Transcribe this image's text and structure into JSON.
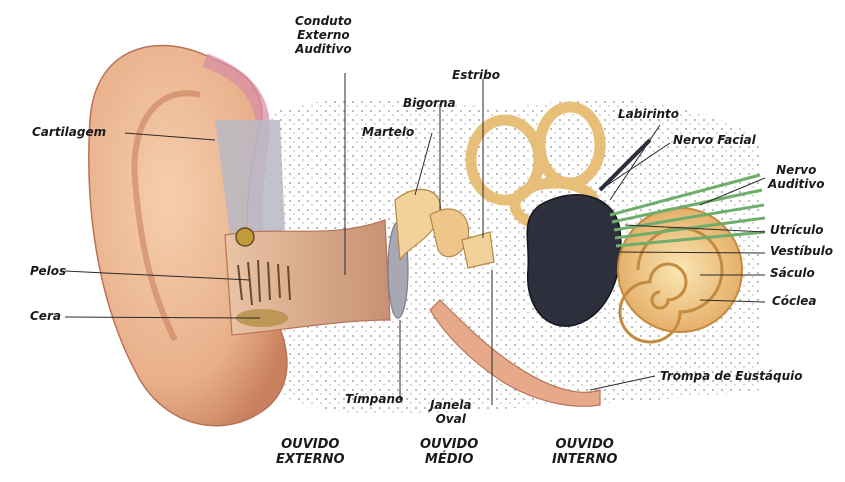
{
  "labels": {
    "conduto": "Conduto\nExterno\nAuditivo",
    "estribo": "Estribo",
    "bigorna": "Bigorna",
    "martelo": "Martelo",
    "labirinto": "Labirinto",
    "cartilagem": "Cartilagem",
    "nervo_facial": "Nervo Facial",
    "nervo_auditivo": "Nervo\nAuditivo",
    "utriculo": "Utrículo",
    "vestibulo": "Vestíbulo",
    "saculo": "Sáculo",
    "coclea": "Cóclea",
    "pelos": "Pelos",
    "cera": "Cera",
    "trompa": "Trompa de Eustáquio",
    "timpano": "Tímpano",
    "janela_oval": "Janela\nOval"
  },
  "sections": {
    "externo": "OUVIDO\nEXTERNO",
    "medio": "OUVIDO\nMÉDIO",
    "interno": "OUVIDO\nINTERNO"
  },
  "colors": {
    "skin": "#e8b08a",
    "skin_dark": "#c9805e",
    "cartilage": "#d98fa6",
    "canal": "#b9b9c4",
    "bone": "#f2d29a",
    "cochlea": "#f4cf88",
    "nerve": "#6fae6a",
    "vestibule": "#2e2f3d",
    "stipple": "#6e6e6e"
  }
}
